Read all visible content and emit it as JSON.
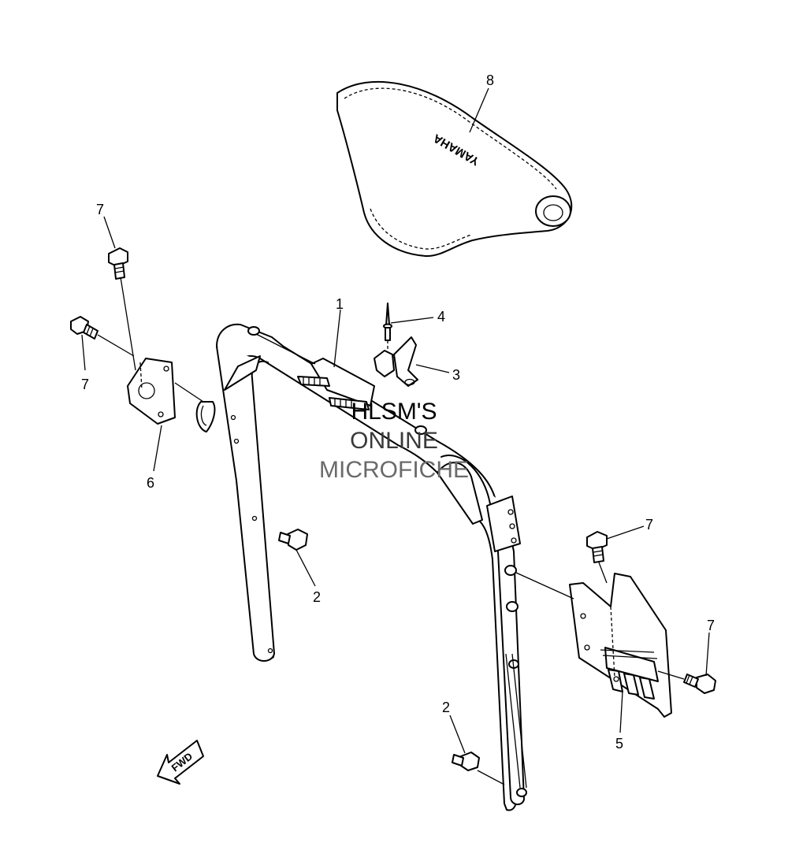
{
  "diagram": {
    "seat_brand_text": "YAMAHA",
    "fwd_text": "FWD",
    "callouts": [
      {
        "id": "c1",
        "text": "1"
      },
      {
        "id": "c2a",
        "text": "2"
      },
      {
        "id": "c2b",
        "text": "2"
      },
      {
        "id": "c3",
        "text": "3"
      },
      {
        "id": "c4",
        "text": "4"
      },
      {
        "id": "c5",
        "text": "5"
      },
      {
        "id": "c6",
        "text": "6"
      },
      {
        "id": "c7a",
        "text": "7"
      },
      {
        "id": "c7b",
        "text": "7"
      },
      {
        "id": "c7c",
        "text": "7"
      },
      {
        "id": "c7d",
        "text": "7"
      },
      {
        "id": "c8",
        "text": "8"
      }
    ]
  },
  "watermark": {
    "line1": "HLSM'S",
    "line2": "ONLINE",
    "line3": "MICROFICHE",
    "colors": {
      "line1": "#000000",
      "line2": "#3a3a3a",
      "line3": "#6a6a6a"
    }
  }
}
